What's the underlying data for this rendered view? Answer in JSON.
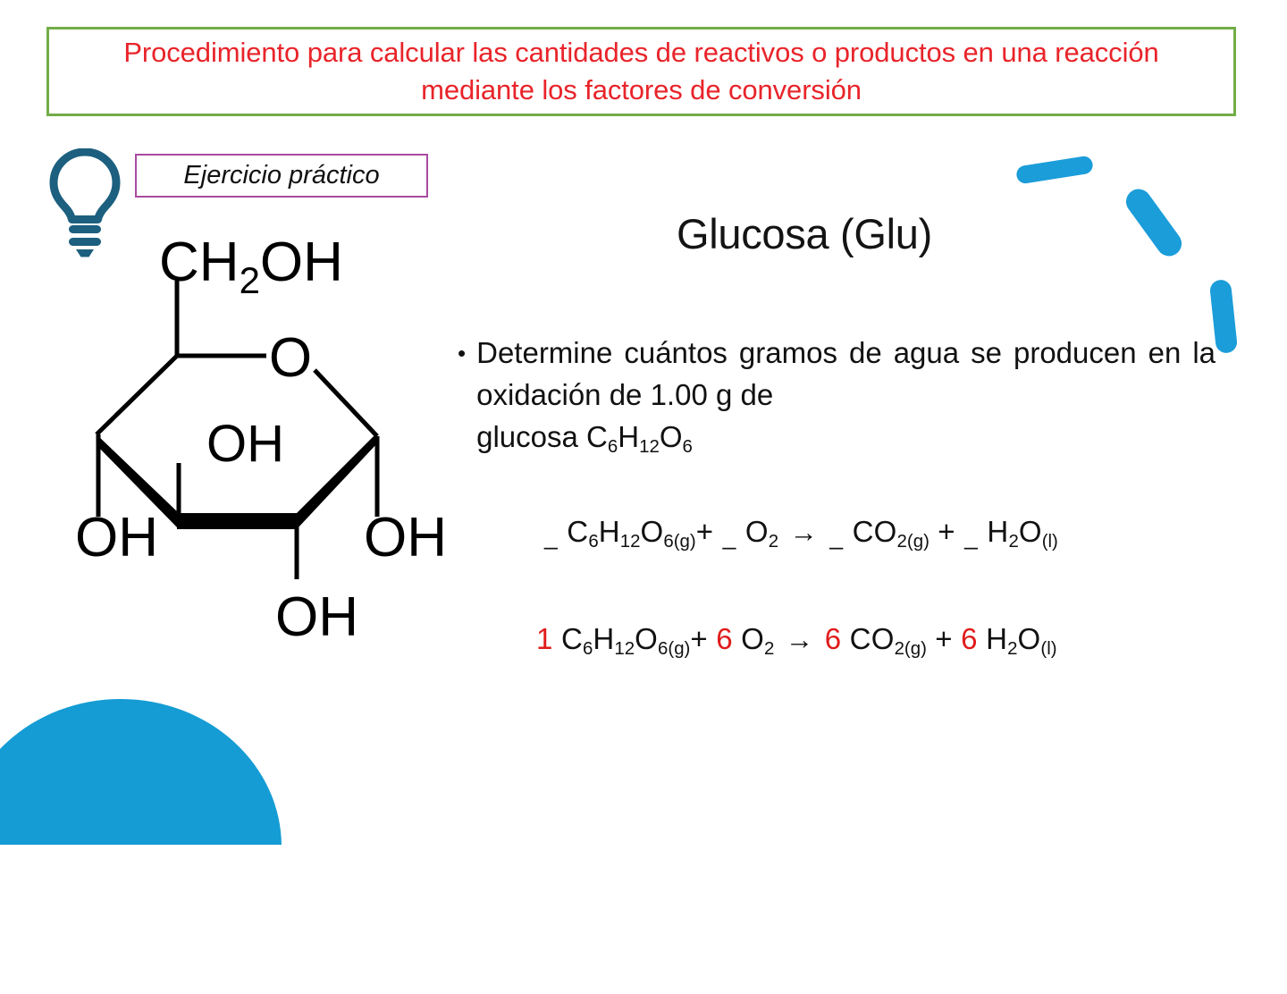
{
  "slide": {
    "background_color": "#ffffff",
    "title_banner": {
      "text": "Procedimiento para calcular las cantidades de reactivos o productos en una reacción mediante los factores de conversión",
      "text_color": "#E8242A",
      "border_color": "#72AD48"
    },
    "exercise_badge": {
      "label": "Ejercicio práctico",
      "border_color": "#A94BA0",
      "icon": "lightbulb-icon",
      "icon_color": "#1C5F7E"
    },
    "compound_title": "Glucosa (Glu)",
    "question": {
      "bullet": "•",
      "line1": "Determine cuántos gramos de agua se",
      "line2": "producen en la oxidación de 1.00 g de",
      "line3_prefix": "glucosa C",
      "formula_sub1": "6",
      "formula_mid1": "H",
      "formula_sub2": "12",
      "formula_mid2": "O",
      "formula_sub3": "6"
    },
    "equations": {
      "unbalanced": {
        "blank1": "_",
        "c1": "C",
        "c1_sub": "6",
        "c1_h": "H",
        "c1_h_sub": "12",
        "c1_o": "O",
        "c1_o_sub": "6(g)",
        "plus1": "+",
        "blank2": "_",
        "o2": "O",
        "o2_sub": "2",
        "arrow": "→",
        "blank3": "_",
        "co2": "CO",
        "co2_sub": "2(g)",
        "plus2": "+",
        "blank4": "_",
        "h2o": "H",
        "h2o_sub": "2",
        "h2o_o": "O",
        "h2o_o_sub": "(l)"
      },
      "balanced": {
        "coef1": "1",
        "c1": "C",
        "c1_sub": "6",
        "c1_h": "H",
        "c1_h_sub": "12",
        "c1_o": "O",
        "c1_o_sub": "6(g)",
        "plus1": "+",
        "coef2": "6",
        "o2": "O",
        "o2_sub": "2",
        "arrow": "→",
        "coef3": "6",
        "co2": "CO",
        "co2_sub": "2(g)",
        "plus2": "+",
        "coef4": "6",
        "h2o": "H",
        "h2o_sub": "2",
        "h2o_o": "O",
        "h2o_o_sub": "(l)",
        "coefficient_color": "#E01B1B"
      }
    },
    "structure": {
      "name": "glucose-haworth-projection",
      "labels": {
        "ch2oh": "CH",
        "ch2oh_sub": "2",
        "ch2oh_tail": "OH",
        "ring_oxygen": "O",
        "oh_top_center": "OH",
        "oh_left": "OH",
        "oh_right": "OH",
        "oh_bottom": "OH"
      }
    },
    "decorations": {
      "dome_color": "#159CD4",
      "dash_color": "#1B9DD9",
      "dash_count": 3
    }
  }
}
